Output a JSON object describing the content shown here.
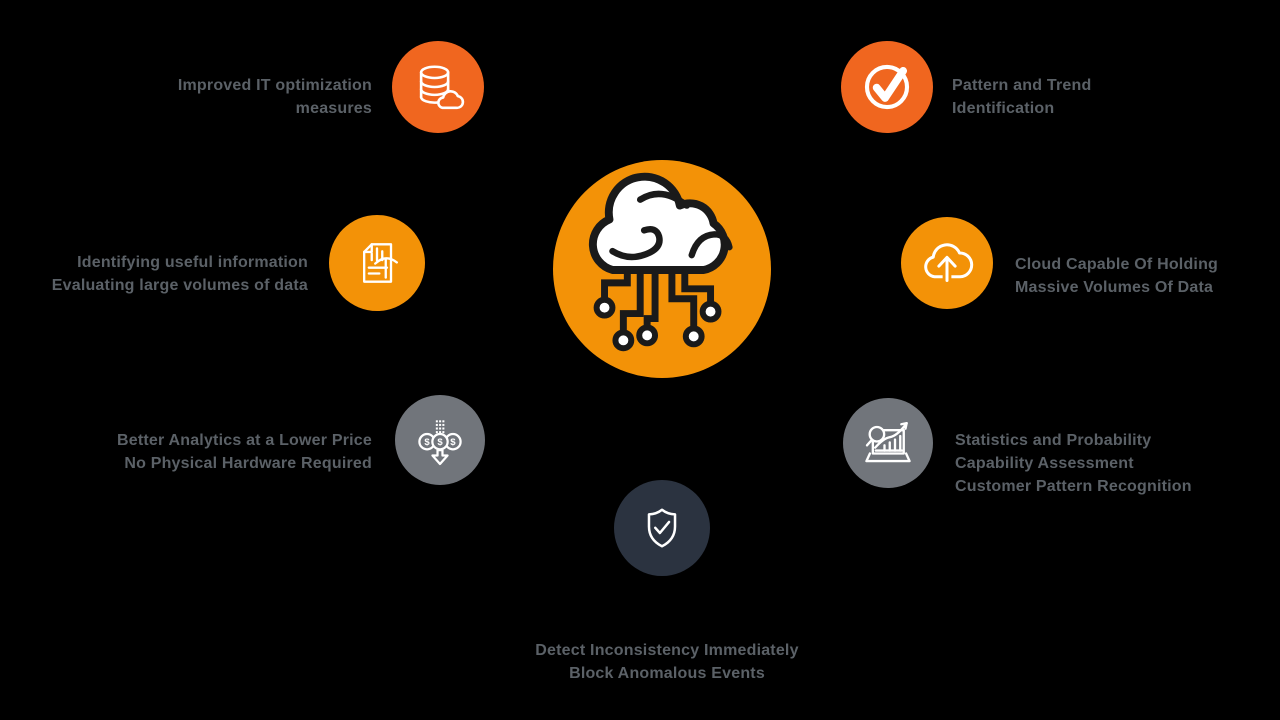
{
  "palette": {
    "background": "#000000",
    "deep_orange": "#F0661F",
    "light_orange": "#F39207",
    "gray": "#71757B",
    "dark_navy": "#2B3340",
    "label_text": "#5B6167",
    "icon_stroke": "#FFFFFF",
    "center_icon_outline": "#1A1A1A"
  },
  "center": {
    "icon": "cloud-circuit-icon"
  },
  "nodes": [
    {
      "id": "improved-it-optimization",
      "icon": "database-cloud-icon",
      "circle_color": "#F0661F",
      "lines": [
        "Improved IT optimization",
        "measures"
      ]
    },
    {
      "id": "pattern-trend-identification",
      "icon": "check-circle-icon",
      "circle_color": "#F0661F",
      "lines": [
        "Pattern and Trend",
        "Identification"
      ]
    },
    {
      "id": "identifying-useful-information",
      "icon": "data-mining-document-icon",
      "circle_color": "#F39207",
      "lines": [
        "Identifying useful information",
        "Evaluating large volumes of data"
      ]
    },
    {
      "id": "cloud-capacity",
      "icon": "cloud-upload-icon",
      "circle_color": "#F39207",
      "lines": [
        "Cloud Capable Of Holding",
        "Massive Volumes Of Data"
      ]
    },
    {
      "id": "better-analytics-lower-price",
      "icon": "dollar-coins-icon",
      "circle_color": "#71757B",
      "lines": [
        "Better Analytics at a Lower Price",
        "No Physical Hardware Required"
      ]
    },
    {
      "id": "statistics-probability",
      "icon": "analytics-presentation-icon",
      "circle_color": "#71757B",
      "lines": [
        "Statistics and Probability",
        "Capability Assessment",
        "Customer Pattern Recognition"
      ]
    },
    {
      "id": "anomaly-detection",
      "icon": "shield-check-icon",
      "circle_color": "#2B3340",
      "lines": [
        "Detect Inconsistency Immediately",
        "Block Anomalous Events"
      ]
    }
  ],
  "icons": {
    "coin_symbol": "$"
  }
}
